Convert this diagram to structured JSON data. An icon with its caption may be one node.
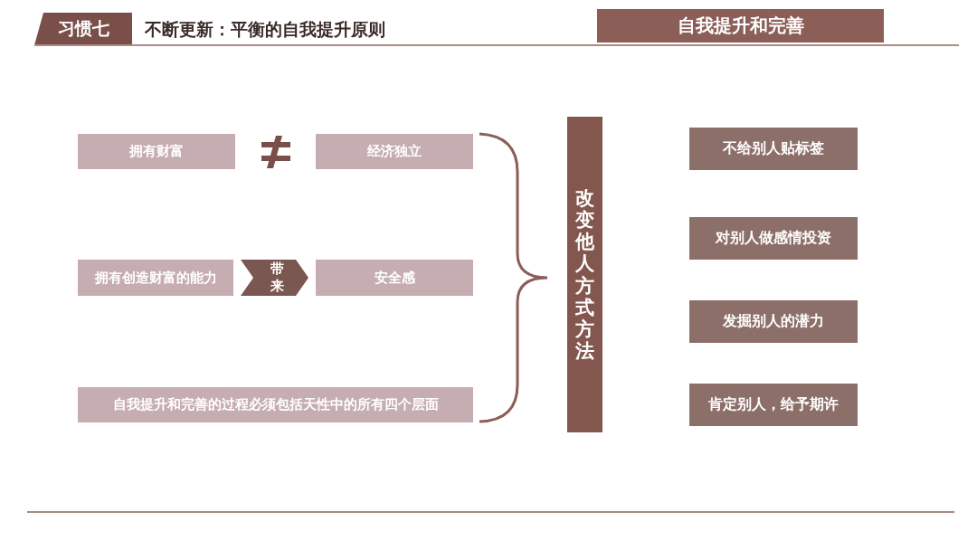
{
  "diagram": {
    "title": "不断更新：平衡的自我提升原则",
    "nodes": [
      {
        "text": [
          "拥有财富"
        ]
      },
      {
        "text": [
          "经济独立"
        ]
      },
      {
        "text": [
          "拥有创造财富的能力"
        ]
      },
      {
        "text": [
          "安全感"
        ]
      },
      {
        "text": [
          "自我提升和完善的过程必须包括天性中的所有四个层面"
        ]
      },
      {
        "text": [
          "改变他人方式方法"
        ]
      },
      {
        "text": [
          "不给别人贴标签"
        ]
      },
      {
        "text": [
          "对别人做感情投资"
        ]
      },
      {
        "text": [
          "发掘别人的潜力"
        ]
      },
      {
        "text": [
          "肯定别人，给予期许"
        ]
      }
    ],
    "edges": [
      {
        "from": 2,
        "to": 3,
        "arrow": "to",
        "label": "带来"
      }
    ],
    "labels": [
      "习惯七",
      "自我提升和完善"
    ]
  }
}
